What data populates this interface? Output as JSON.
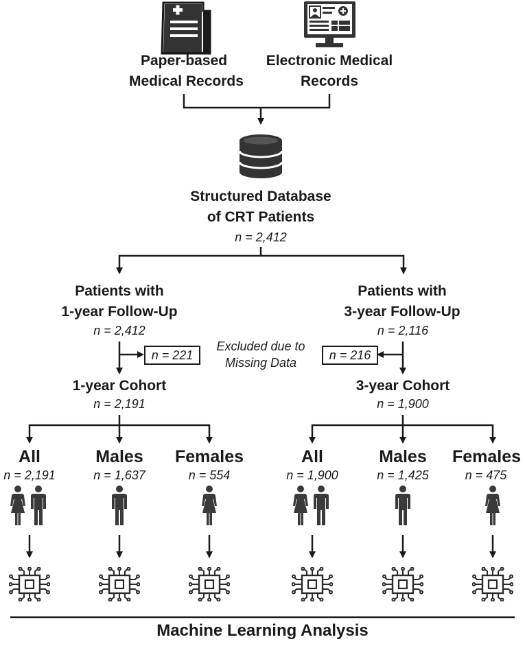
{
  "sources": {
    "paper": [
      "Paper-based",
      "Medical Records"
    ],
    "electronic": [
      "Electronic Medical",
      "Records"
    ]
  },
  "database": {
    "title": [
      "Structured Database",
      "of CRT Patients"
    ],
    "n": "n = 2,412"
  },
  "followup": {
    "one_year": {
      "title": [
        "Patients with",
        "1-year Follow-Up"
      ],
      "n": "n = 2,412"
    },
    "three_year": {
      "title": [
        "Patients with",
        "3-year Follow-Up"
      ],
      "n": "n = 2,116"
    }
  },
  "exclusion": {
    "note": [
      "Excluded due to",
      "Missing Data"
    ],
    "one_year_n": "n = 221",
    "three_year_n": "n = 216"
  },
  "cohorts": {
    "one_year": {
      "title": "1-year Cohort",
      "n": "n = 2,191"
    },
    "three_year": {
      "title": "3-year Cohort",
      "n": "n = 1,900"
    }
  },
  "groups": {
    "one_year": [
      {
        "label": "All",
        "n": "n = 2,191",
        "icon": "male-female-people-icon"
      },
      {
        "label": "Males",
        "n": "n = 1,637",
        "icon": "male-person-icon"
      },
      {
        "label": "Females",
        "n": "n = 554",
        "icon": "female-person-icon"
      }
    ],
    "three_year": [
      {
        "label": "All",
        "n": "n = 1,900",
        "icon": "male-female-people-icon"
      },
      {
        "label": "Males",
        "n": "n = 1,425",
        "icon": "male-person-icon"
      },
      {
        "label": "Females",
        "n": "n = 475",
        "icon": "female-person-icon"
      }
    ]
  },
  "footer": "Machine Learning Analysis",
  "colors": {
    "line": "#1a1a1a",
    "icon": "#3a3a3a"
  }
}
